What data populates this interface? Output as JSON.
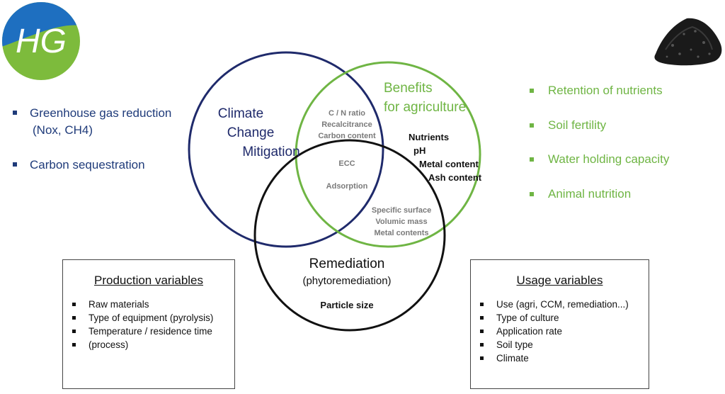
{
  "logo": {
    "text": "HG",
    "colors": {
      "blue": "#1e6fc0",
      "green": "#7dbb3c"
    }
  },
  "left_list": {
    "items": [
      {
        "line1": "Greenhouse gas reduction",
        "line2": "(Nox, CH4)"
      },
      {
        "line1": "Carbon sequestration",
        "line2": ""
      }
    ],
    "color": "#1f3b7a"
  },
  "right_list": {
    "items": [
      "Retention of nutrients",
      "Soil fertility",
      "Water holding capacity",
      "Animal nutrition"
    ],
    "color": "#6fb544"
  },
  "venn": {
    "colors": {
      "climate": "#1f2a6b",
      "agriculture": "#6fb544",
      "remediation": "#111111"
    },
    "climate_title": [
      "Climate",
      "Change",
      "Mitigation"
    ],
    "agriculture_title": [
      "Benefits",
      "for agriculture"
    ],
    "remediation_title": "Remediation",
    "remediation_subtitle": "(phytoremediation)",
    "climate_agri_overlap": [
      "C / N ratio",
      "Recalcitrance",
      "Carbon content"
    ],
    "center": [
      "ECC",
      "Adsorption"
    ],
    "agri_only": [
      "Nutrients",
      "pH",
      "Metal content",
      "Ash content"
    ],
    "agri_remediation_overlap": [
      "Specific surface",
      "Volumic mass",
      "Metal contents"
    ],
    "remediation_only": "Particle size"
  },
  "production_box": {
    "title": "Production variables",
    "items": [
      "Raw materials",
      "Type of equipment (pyrolysis)",
      "Temperature / residence time",
      "(process)"
    ]
  },
  "usage_box": {
    "title": "Usage variables",
    "items": [
      "Use (agri, CCM, remediation...)",
      "Type of culture",
      "Application rate",
      "Soil type",
      "Climate"
    ]
  }
}
